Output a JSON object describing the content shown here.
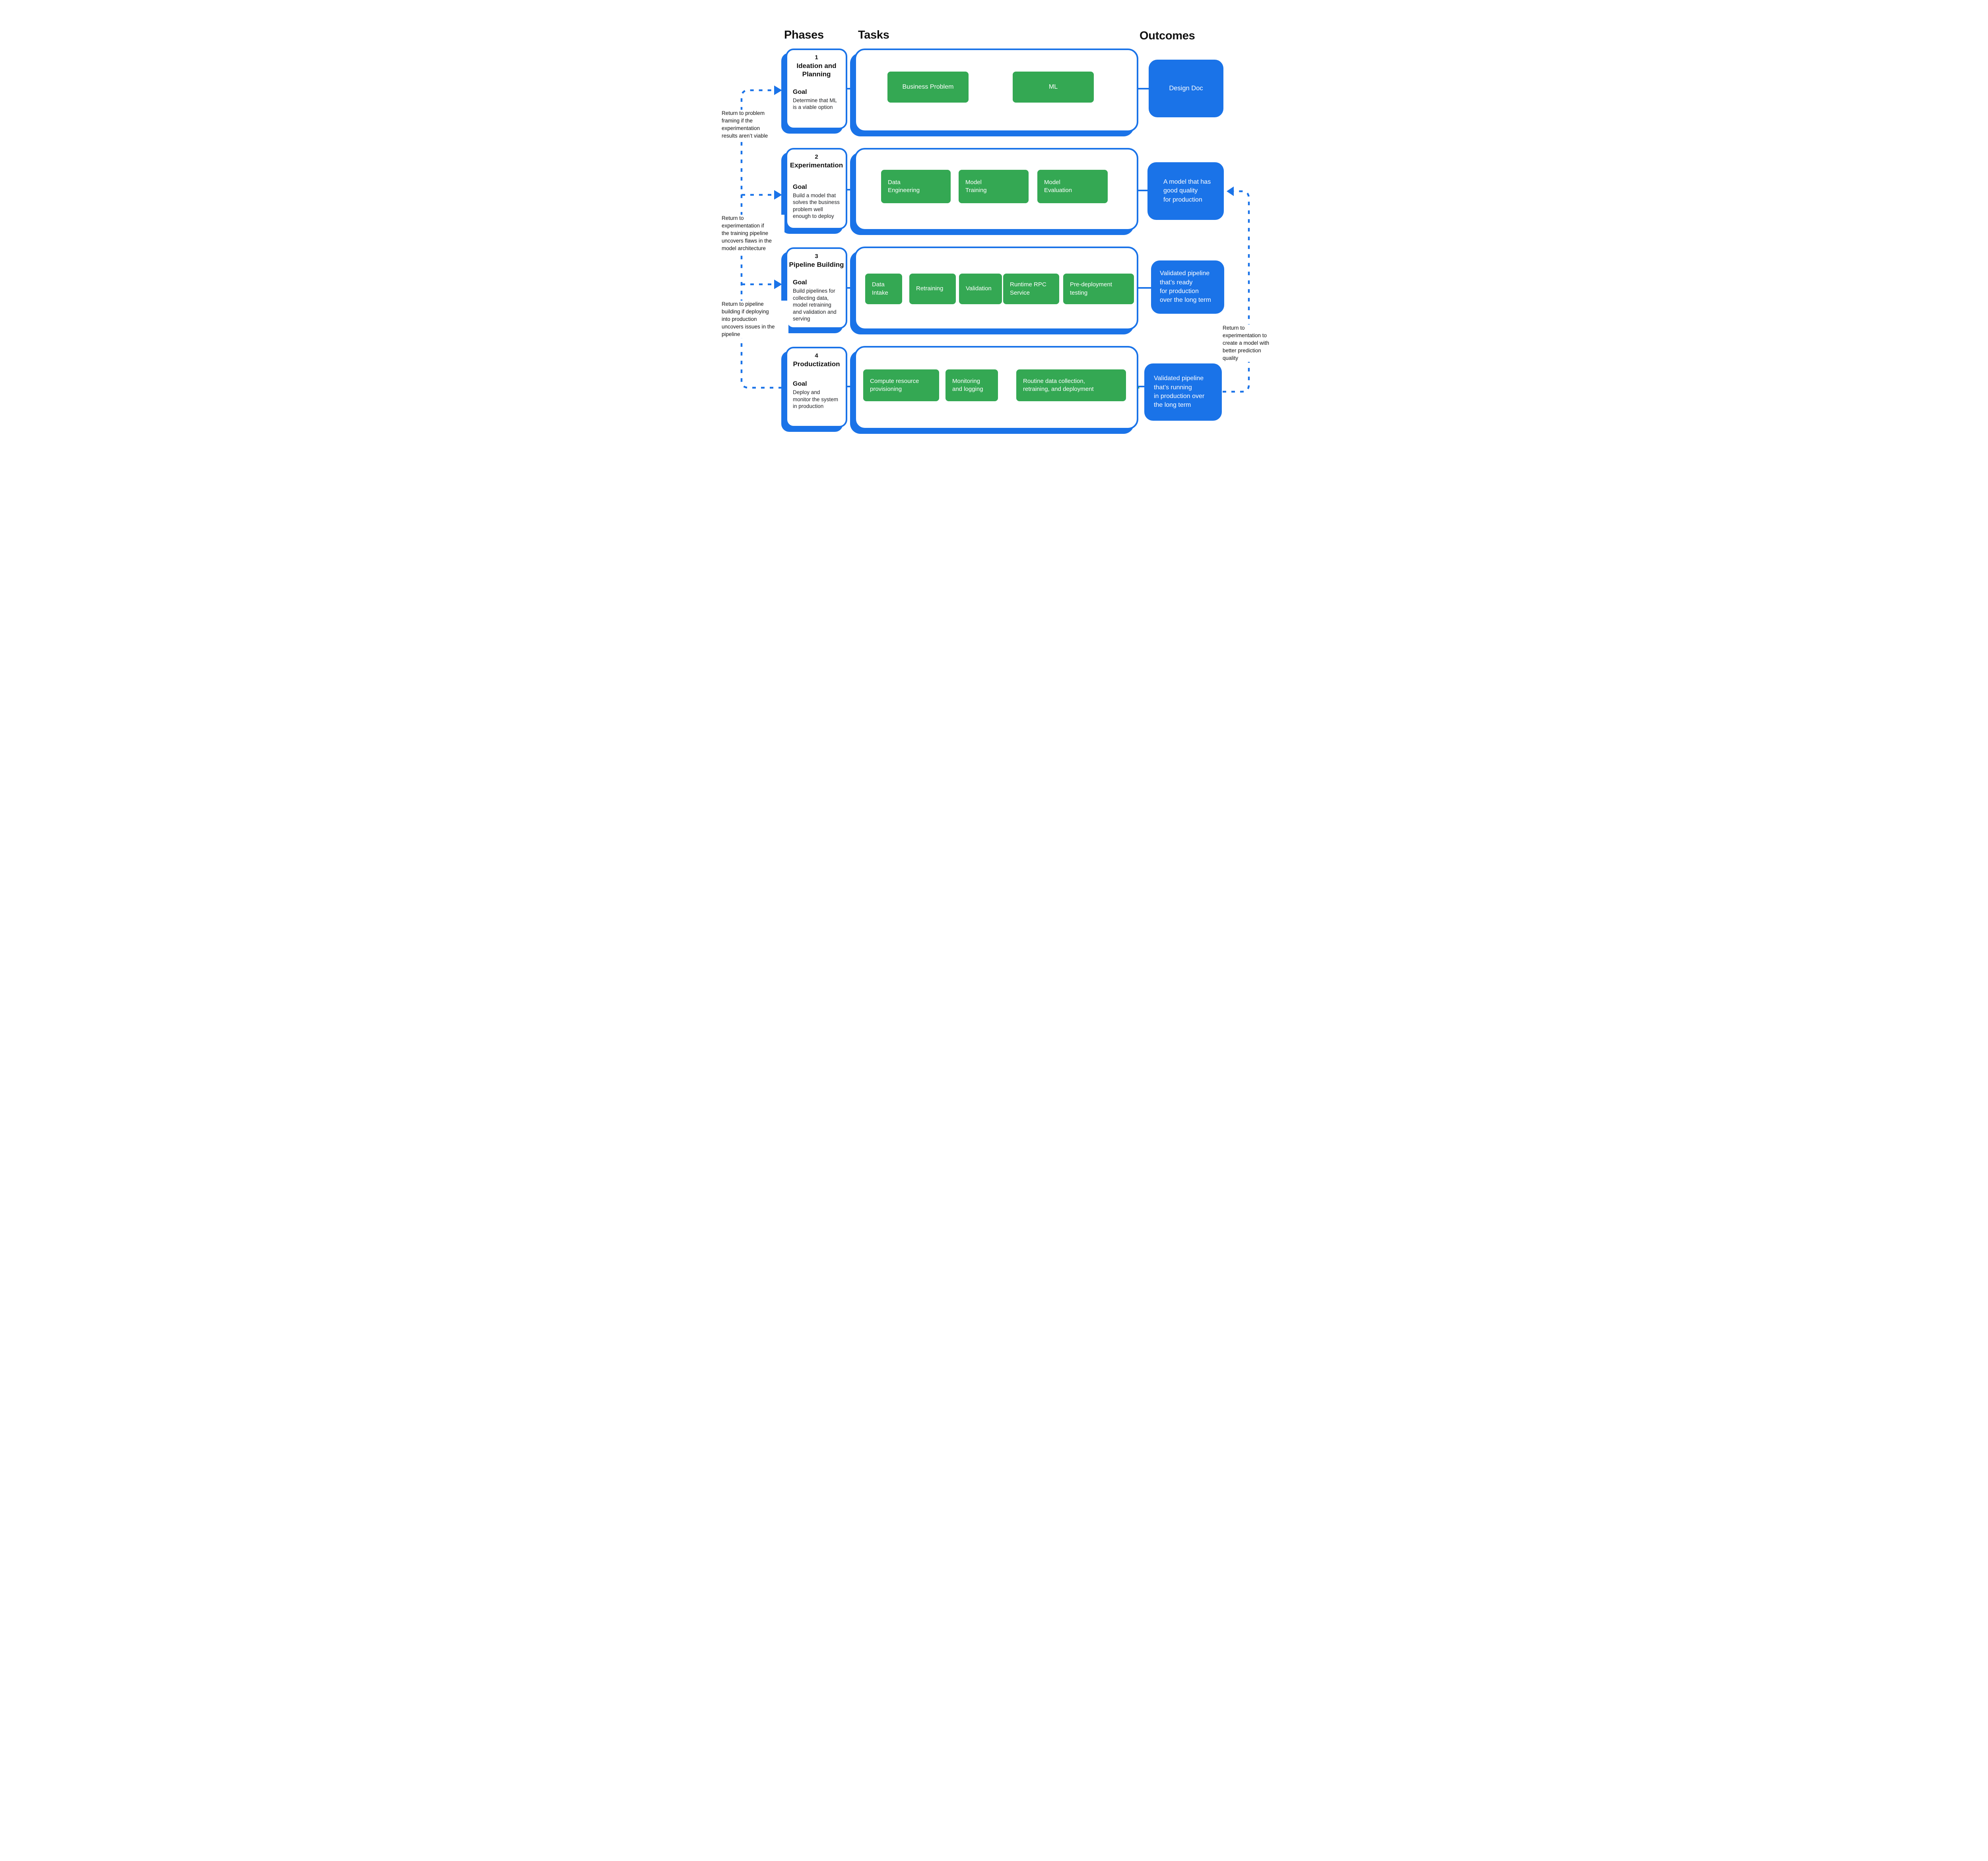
{
  "headers": {
    "phases": "Phases",
    "tasks": "Tasks",
    "outcomes": "Outcomes"
  },
  "colors": {
    "accent_blue": "#1A73E8",
    "task_green": "#34A853",
    "text": "#111111"
  },
  "phases": [
    {
      "number": "1",
      "title": "Ideation and\nPlanning",
      "goal_label": "Goal",
      "goal": "Determine that ML\nis a viable option"
    },
    {
      "number": "2",
      "title": "Experimentation",
      "goal_label": "Goal",
      "goal": "Build a model that\nsolves the business\nproblem well\nenough to deploy"
    },
    {
      "number": "3",
      "title": "Pipeline Building",
      "goal_label": "Goal",
      "goal": "Build pipelines for\ncollecting data,\nmodel retraining\nand validation and\nserving"
    },
    {
      "number": "4",
      "title": "Productization",
      "goal_label": "Goal",
      "goal": "Deploy and\nmonitor the system\nin production"
    }
  ],
  "task_rows": [
    {
      "tasks": [
        {
          "label": "Business Problem"
        },
        {
          "label": "ML"
        }
      ]
    },
    {
      "tasks": [
        {
          "label": "Data\nEngineering"
        },
        {
          "label": "Model\nTraining"
        },
        {
          "label": "Model\nEvaluation"
        }
      ]
    },
    {
      "tasks": [
        {
          "label": "Data\nIntake"
        },
        {
          "label": "Retraining"
        },
        {
          "label": "Validation"
        },
        {
          "label": "Runtime RPC\nService"
        },
        {
          "label": "Pre-deployment\ntesting"
        }
      ]
    },
    {
      "tasks": [
        {
          "label": "Compute resource\nprovisioning"
        },
        {
          "label": "Monitoring\nand logging"
        },
        {
          "label": "Routine data collection,\nretraining, and deployment"
        }
      ]
    }
  ],
  "outcomes": [
    {
      "label": "Design Doc"
    },
    {
      "label": "A model that has\ngood quality\nfor production"
    },
    {
      "label": "Validated pipeline\nthat’s ready\nfor production\nover the long term"
    },
    {
      "label": "Validated pipeline\nthat’s running\nin production over\nthe long term"
    }
  ],
  "annotations": {
    "left": [
      {
        "text": "Return to problem\nframing if the\nexperimentation\nresults aren’t viable"
      },
      {
        "text": "Return to\nexperimentation if\nthe training pipeline\nuncovers flaws in the\nmodel architecture"
      },
      {
        "text": "Return to pipeline\nbuilding if deploying\ninto production\nuncovers issues in the\npipeline"
      }
    ],
    "right": {
      "text": "Return to\nexperimentation to\ncreate a model with\nbetter prediction\nquality"
    }
  }
}
